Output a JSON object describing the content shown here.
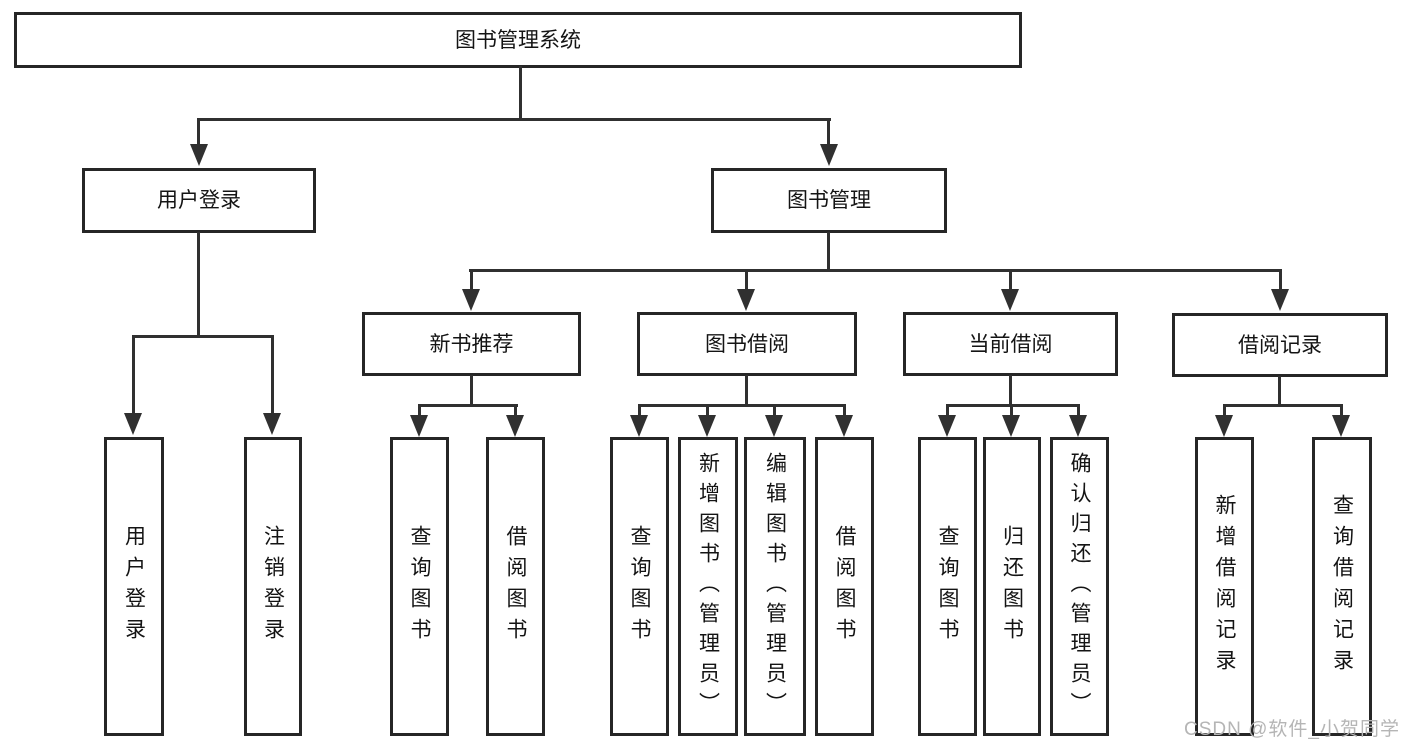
{
  "tree": {
    "root": {
      "label": "图书管理系统",
      "children": [
        {
          "label": "用户登录",
          "children": [
            {
              "label": "用户登录"
            },
            {
              "label": "注销登录"
            }
          ]
        },
        {
          "label": "图书管理",
          "children": [
            {
              "label": "新书推荐",
              "children": [
                {
                  "label": "查询图书"
                },
                {
                  "label": "借阅图书"
                }
              ]
            },
            {
              "label": "图书借阅",
              "children": [
                {
                  "label": "查询图书"
                },
                {
                  "label": "新增图书（管理员）"
                },
                {
                  "label": "编辑图书（管理员）"
                },
                {
                  "label": "借阅图书"
                }
              ]
            },
            {
              "label": "当前借阅",
              "children": [
                {
                  "label": "查询图书"
                },
                {
                  "label": "归还图书"
                },
                {
                  "label": "确认归还（管理员）"
                }
              ]
            },
            {
              "label": "借阅记录",
              "children": [
                {
                  "label": "新增借阅记录"
                },
                {
                  "label": "查询借阅记录"
                }
              ]
            }
          ]
        }
      ]
    }
  },
  "watermark": "CSDN @软件_小贺同学",
  "colors": {
    "line": "#303030",
    "border": "#262626",
    "fill": "#ffffff",
    "text": "#141414",
    "watermark": "#b5b5b5"
  }
}
